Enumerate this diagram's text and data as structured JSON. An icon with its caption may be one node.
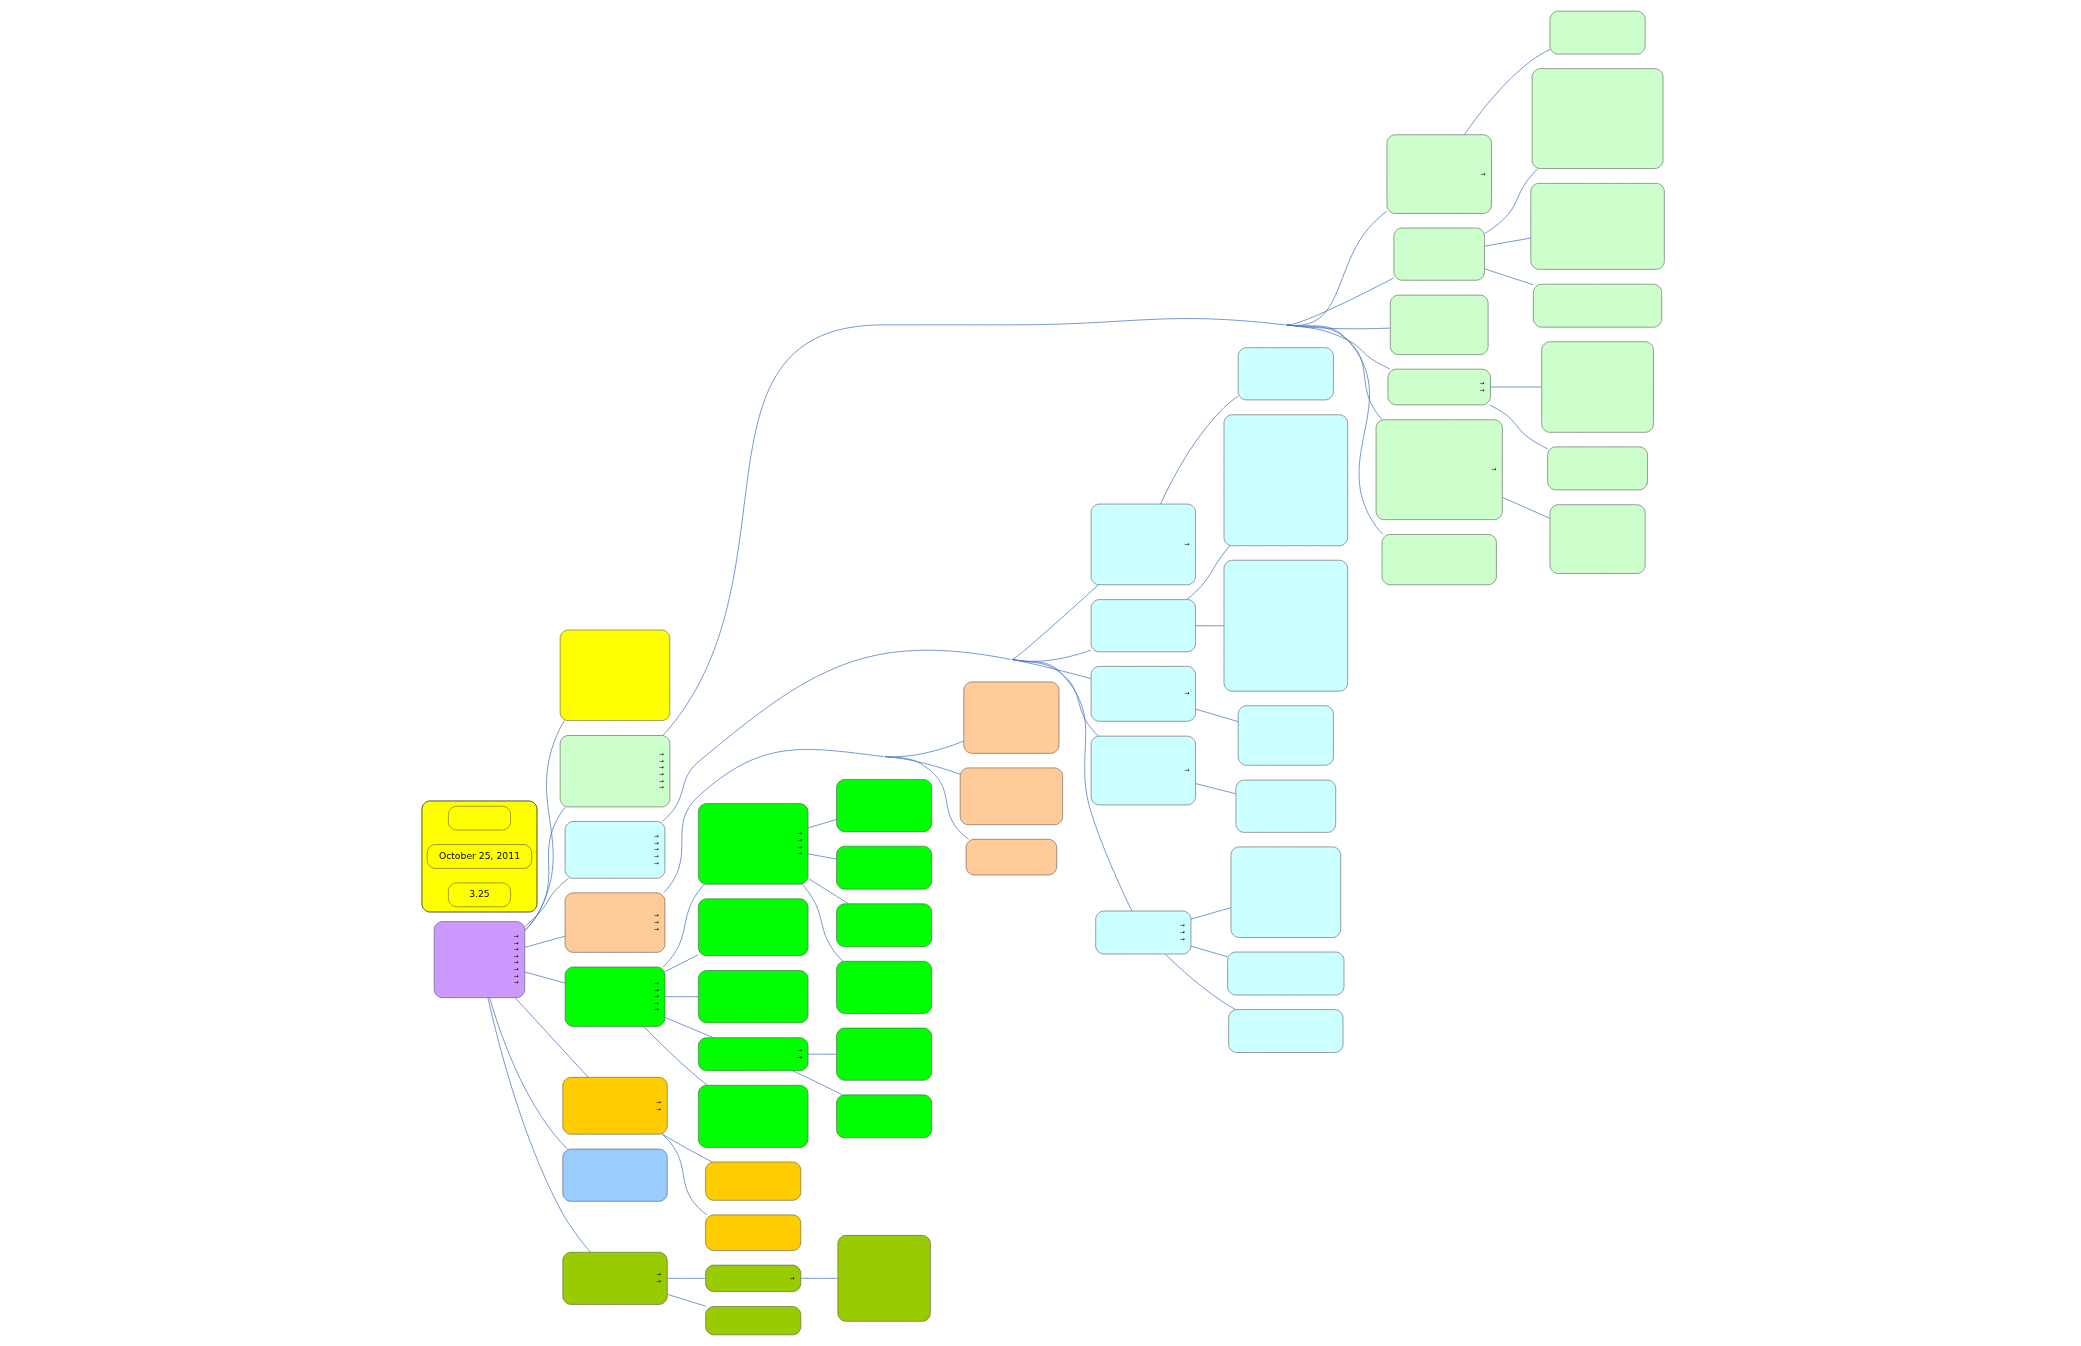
{
  "diagram": {
    "nodes": [
      {
        "text": [
          "→",
          "→",
          "→",
          "→",
          "→",
          "→",
          "→",
          "→"
        ]
      },
      {
        "text": [],
        "shape": "box"
      },
      {
        "text": [
          "→",
          "→",
          "→",
          "→",
          "→",
          "→"
        ]
      },
      {
        "text": [
          "→",
          "→",
          "→",
          "→",
          "→"
        ]
      },
      {
        "text": [
          "→",
          "→",
          "→"
        ]
      },
      {
        "text": [
          "→",
          "→",
          "→",
          "→",
          "→"
        ]
      },
      {
        "text": [
          "→",
          "→"
        ]
      },
      {
        "text": [],
        "shape": "box"
      },
      {
        "text": [
          "→",
          "→"
        ]
      },
      {
        "text": [
          "→",
          "→",
          "→",
          "→"
        ]
      },
      {
        "text": [],
        "shape": "box"
      },
      {
        "text": [],
        "shape": "box"
      },
      {
        "text": [
          "→",
          "→"
        ]
      },
      {
        "text": [],
        "shape": "box"
      },
      {
        "text": [],
        "shape": "box"
      },
      {
        "text": [],
        "shape": "box"
      },
      {
        "text": [
          "→"
        ]
      },
      {
        "text": [],
        "shape": "box"
      },
      {
        "text": [],
        "shape": "box"
      },
      {
        "text": [],
        "shape": "box"
      },
      {
        "text": [],
        "shape": "box"
      },
      {
        "text": [],
        "shape": "box"
      },
      {
        "text": [],
        "shape": "box"
      },
      {
        "text": [],
        "shape": "box"
      },
      {
        "text": [],
        "shape": "box"
      },
      {
        "text": [],
        "shape": "box"
      },
      {
        "text": [],
        "shape": "box"
      },
      {
        "text": [],
        "shape": "box"
      },
      {
        "text": [
          "→"
        ]
      },
      {
        "text": [],
        "shape": "box"
      },
      {
        "text": [
          "→"
        ]
      },
      {
        "text": [
          "→"
        ]
      },
      {
        "text": [
          "→",
          "→",
          "→"
        ]
      },
      {
        "text": [],
        "shape": "box"
      },
      {
        "text": [],
        "shape": "box"
      },
      {
        "text": [],
        "shape": "box"
      },
      {
        "text": [],
        "shape": "box"
      },
      {
        "text": [],
        "shape": "box"
      },
      {
        "text": [],
        "shape": "box"
      },
      {
        "text": [],
        "shape": "box"
      },
      {
        "text": [],
        "shape": "box"
      },
      {
        "text": [
          "→"
        ]
      },
      {
        "text": [],
        "shape": "box"
      },
      {
        "text": [],
        "shape": "box"
      },
      {
        "text": [
          "→",
          "→"
        ]
      },
      {
        "text": [
          "→"
        ]
      },
      {
        "text": [],
        "shape": "box"
      },
      {
        "text": [],
        "shape": "box"
      },
      {
        "text": [],
        "shape": "box"
      },
      {
        "text": [],
        "shape": "box"
      },
      {
        "text": [],
        "shape": "box"
      },
      {
        "text": [],
        "shape": "box"
      },
      {
        "text": [],
        "shape": "box"
      },
      {
        "text": [],
        "shape": "box"
      },
      {
        "text": [],
        "shape": "box"
      },
      {
        "text": [],
        "shape": "box",
        "in": 54
      },
      {
        "text": [
          "October 25, 2011"
        ],
        "in": 54
      },
      {
        "text": [
          "3.25"
        ],
        "in": 54
      }
    ],
    "edges": [
      {
        "from": 0,
        "to": 1,
        "arrow": "none"
      },
      {
        "from": 0,
        "to": 2,
        "arrow": "none"
      },
      {
        "from": 0,
        "to": 3,
        "arrow": "none"
      },
      {
        "from": 0,
        "to": 4,
        "arrow": "none"
      },
      {
        "from": 0,
        "to": 5,
        "arrow": "none"
      },
      {
        "from": 0,
        "to": 6,
        "arrow": "none"
      },
      {
        "from": 0,
        "to": 7,
        "arrow": "none"
      },
      {
        "from": 0,
        "to": 8,
        "arrow": "none"
      },
      {
        "from": 5,
        "to": 9,
        "arrow": "none"
      },
      {
        "from": 5,
        "to": 10,
        "arrow": "none"
      },
      {
        "from": 5,
        "to": 11,
        "arrow": "none"
      },
      {
        "from": 5,
        "to": 12,
        "arrow": "none"
      },
      {
        "from": 5,
        "to": 13,
        "arrow": "none"
      },
      {
        "from": 6,
        "to": 14,
        "arrow": "none"
      },
      {
        "from": 6,
        "to": 15,
        "arrow": "none"
      },
      {
        "from": 8,
        "to": 16,
        "arrow": "none"
      },
      {
        "from": 8,
        "to": 17,
        "arrow": "none"
      },
      {
        "from": 9,
        "to": 18,
        "arrow": "none"
      },
      {
        "from": 9,
        "to": 19,
        "arrow": "none"
      },
      {
        "from": 9,
        "to": 20,
        "arrow": "none"
      },
      {
        "from": 9,
        "to": 21,
        "arrow": "none"
      },
      {
        "from": 12,
        "to": 22,
        "arrow": "none"
      },
      {
        "from": 12,
        "to": 23,
        "arrow": "none"
      },
      {
        "from": 16,
        "to": 24,
        "arrow": "none"
      },
      {
        "from": 4,
        "to": 25,
        "arrow": "none"
      },
      {
        "from": 4,
        "to": 26,
        "arrow": "none"
      },
      {
        "from": 4,
        "to": 27,
        "arrow": "none"
      },
      {
        "from": 3,
        "to": 28,
        "arrow": "none"
      },
      {
        "from": 3,
        "to": 29,
        "arrow": "none"
      },
      {
        "from": 3,
        "to": 30,
        "arrow": "none"
      },
      {
        "from": 3,
        "to": 31,
        "arrow": "none"
      },
      {
        "from": 3,
        "to": 32,
        "arrow": "none"
      },
      {
        "from": 28,
        "to": 33,
        "arrow": "none"
      },
      {
        "from": 29,
        "to": 34,
        "arrow": "none"
      },
      {
        "from": 29,
        "to": 35,
        "arrow": "none"
      },
      {
        "from": 30,
        "to": 36,
        "arrow": "none"
      },
      {
        "from": 31,
        "to": 37,
        "arrow": "none"
      },
      {
        "from": 32,
        "to": 38,
        "arrow": "none"
      },
      {
        "from": 32,
        "to": 39,
        "arrow": "none"
      },
      {
        "from": 32,
        "to": 40,
        "arrow": "none"
      },
      {
        "from": 2,
        "to": 41,
        "arrow": "none"
      },
      {
        "from": 2,
        "to": 42,
        "arrow": "none"
      },
      {
        "from": 2,
        "to": 43,
        "arrow": "none"
      },
      {
        "from": 2,
        "to": 44,
        "arrow": "none"
      },
      {
        "from": 2,
        "to": 45,
        "arrow": "none"
      },
      {
        "from": 2,
        "to": 46,
        "arrow": "none"
      },
      {
        "from": 41,
        "to": 47,
        "arrow": "none"
      },
      {
        "from": 42,
        "to": 48,
        "arrow": "none"
      },
      {
        "from": 42,
        "to": 49,
        "arrow": "none"
      },
      {
        "from": 42,
        "to": 50,
        "arrow": "none"
      },
      {
        "from": 44,
        "to": 51,
        "arrow": "none"
      },
      {
        "from": 44,
        "to": 52,
        "arrow": "none"
      },
      {
        "from": 45,
        "to": 53,
        "arrow": "none"
      }
    ]
  }
}
